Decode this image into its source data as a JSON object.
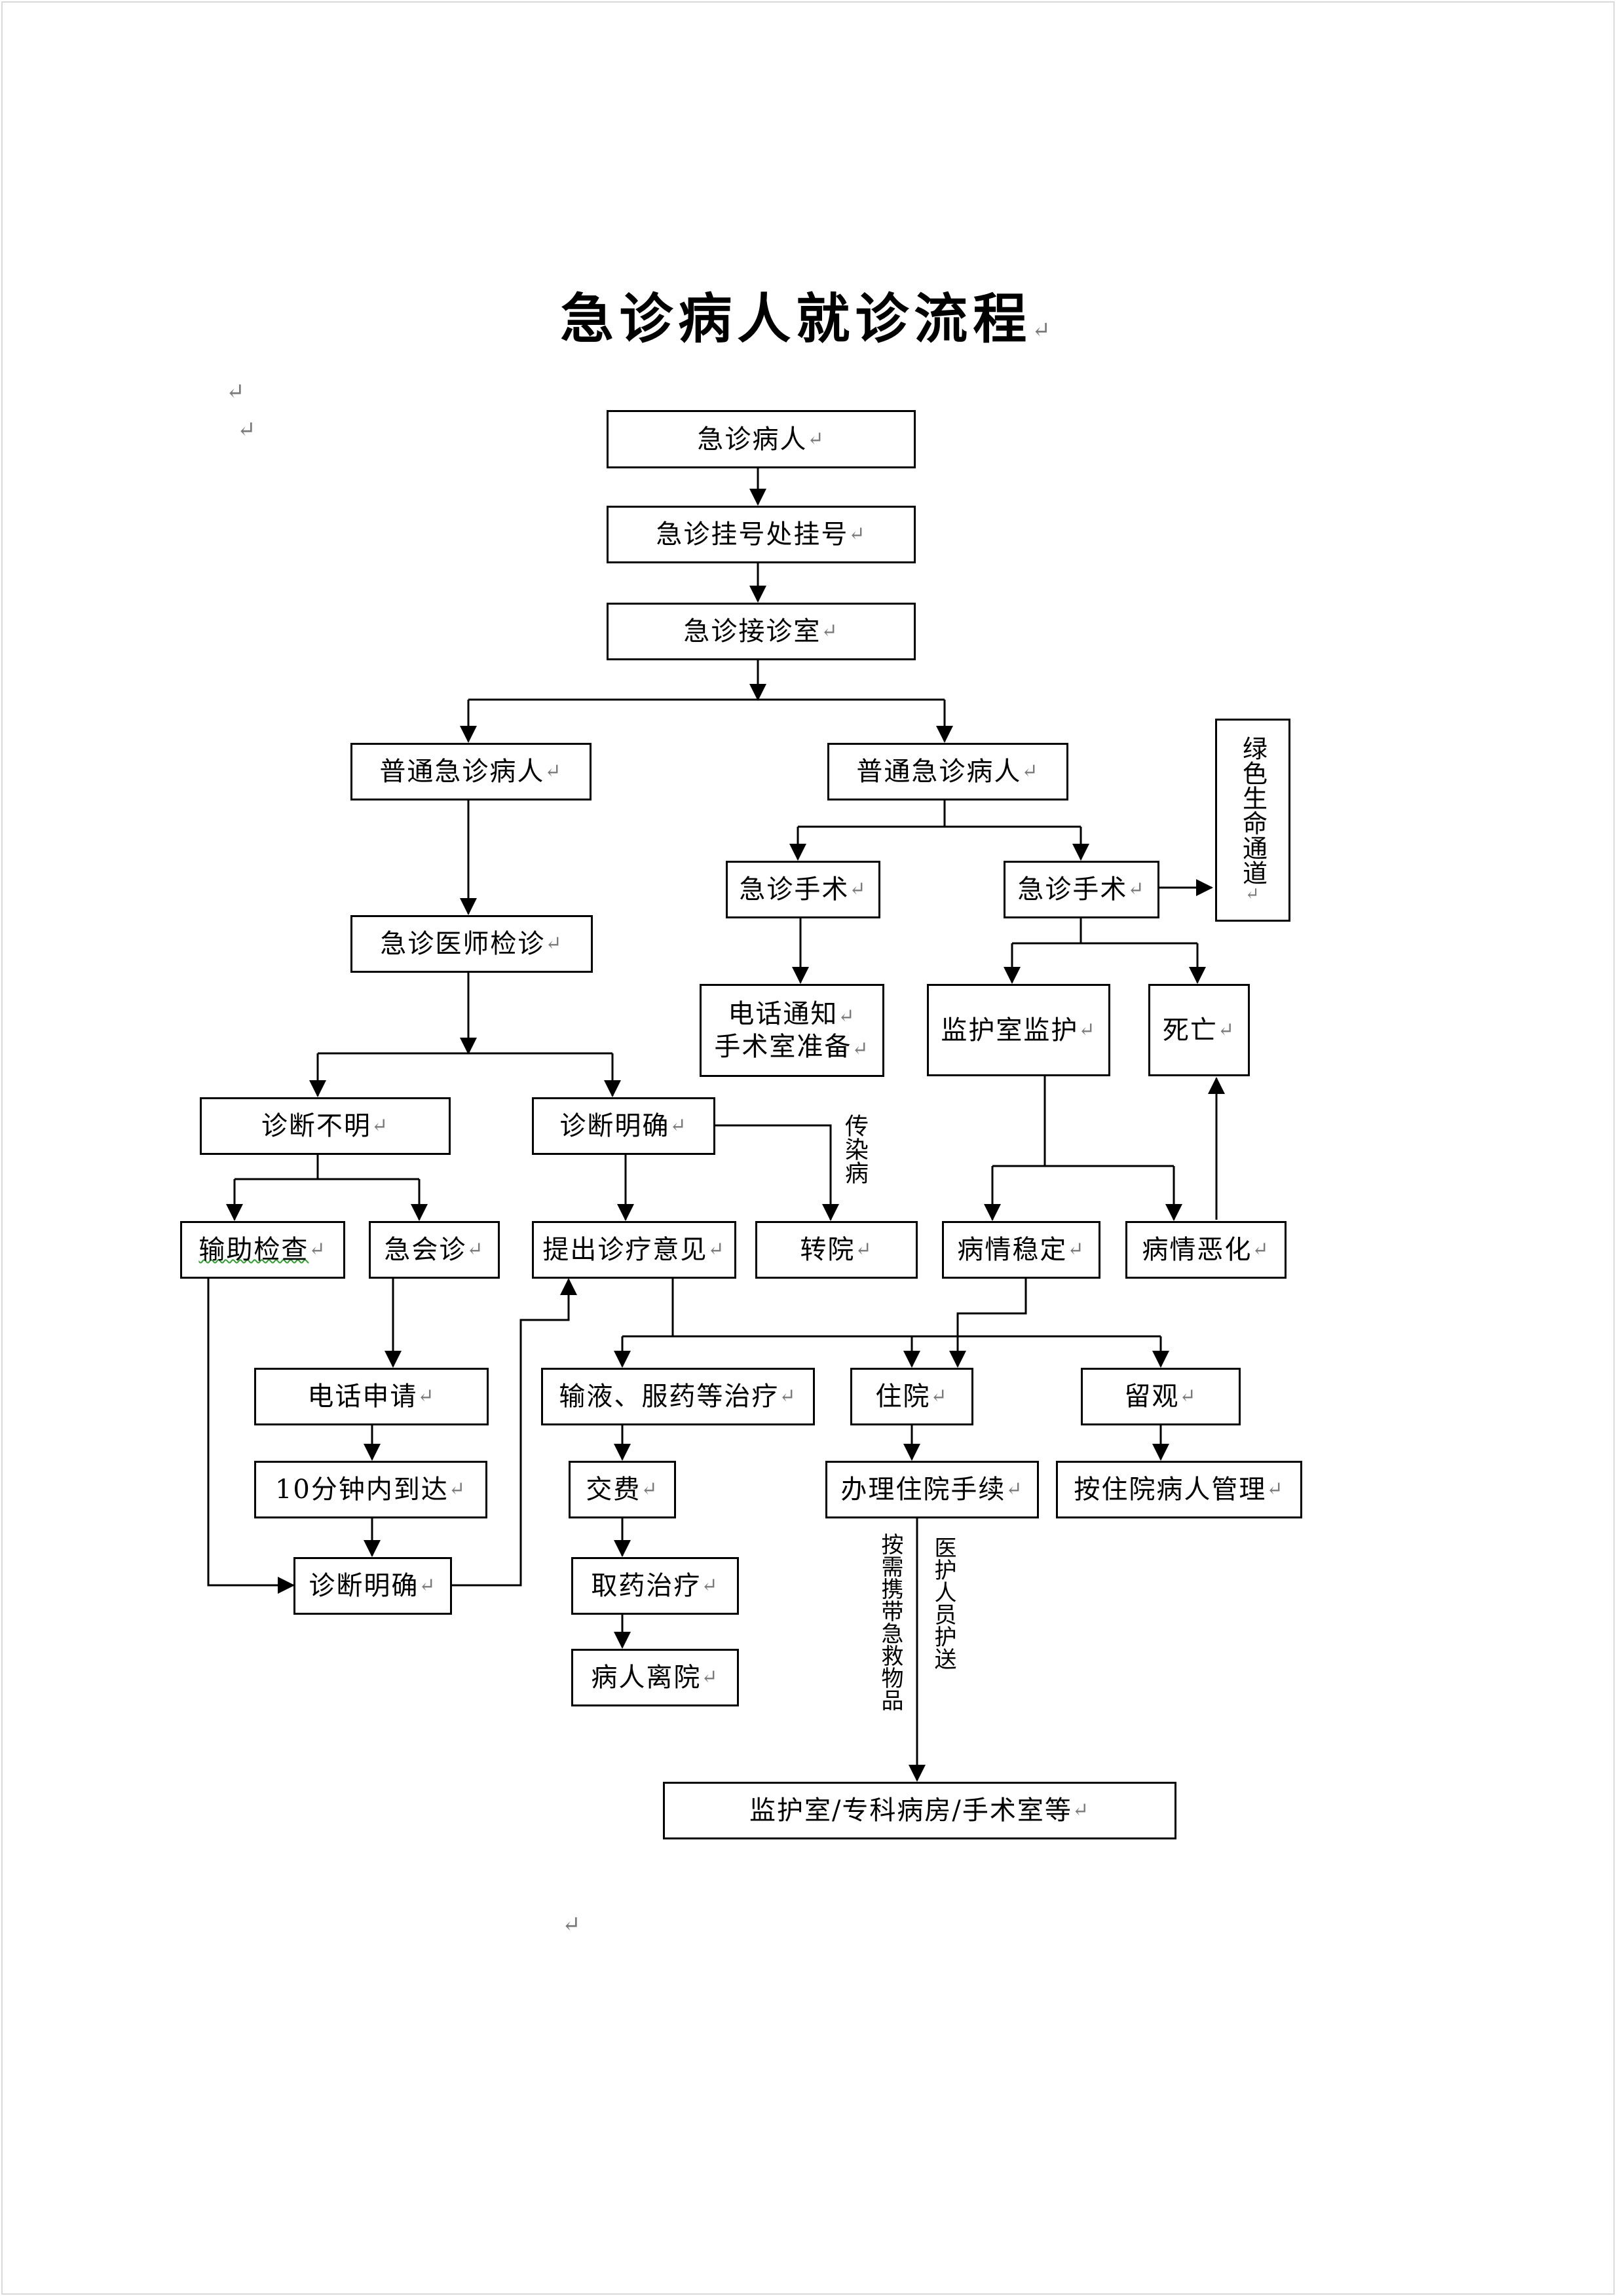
{
  "document": {
    "title": "急诊病人就诊流程",
    "paragraph_mark": "↵"
  },
  "nodes": {
    "patient": "急诊病人",
    "registration": "急诊挂号处挂号",
    "reception": "急诊接诊室",
    "general_left": "普通急诊病人",
    "general_right": "普通急诊病人",
    "doctor_exam": "急诊医师检诊",
    "surgery_left": "急诊手术",
    "surgery_right": "急诊手术",
    "green_channel": "绿色生命通道",
    "notify_line1": "电话通知",
    "notify_line2": "手术室准备",
    "icu_monitor": "监护室监护",
    "death": "死亡",
    "diag_unclear": "诊断不明",
    "diag_clear": "诊断明确",
    "infectious_label": "传染病",
    "aux_exam": "输助检查",
    "consult": "急会诊",
    "treatment_opinion": "提出诊疗意见",
    "transfer": "转院",
    "stable": "病情稳定",
    "worsen": "病情恶化",
    "phone_request": "电话申请",
    "arrive_10min": "10分钟内到达",
    "diag_clear_2": "诊断明确",
    "infusion": "输液、服药等治疗",
    "hospitalize": "住院",
    "observe": "留观",
    "payment": "交费",
    "fetch_medicine": "取药治疗",
    "leave": "病人离院",
    "admission": "办理住院手续",
    "inpatient_mgmt": "按住院病人管理",
    "carry_label": "按需携带急救物品",
    "escort_label": "医护人员护送",
    "destination": "监护室/专科病房/手术室等"
  }
}
